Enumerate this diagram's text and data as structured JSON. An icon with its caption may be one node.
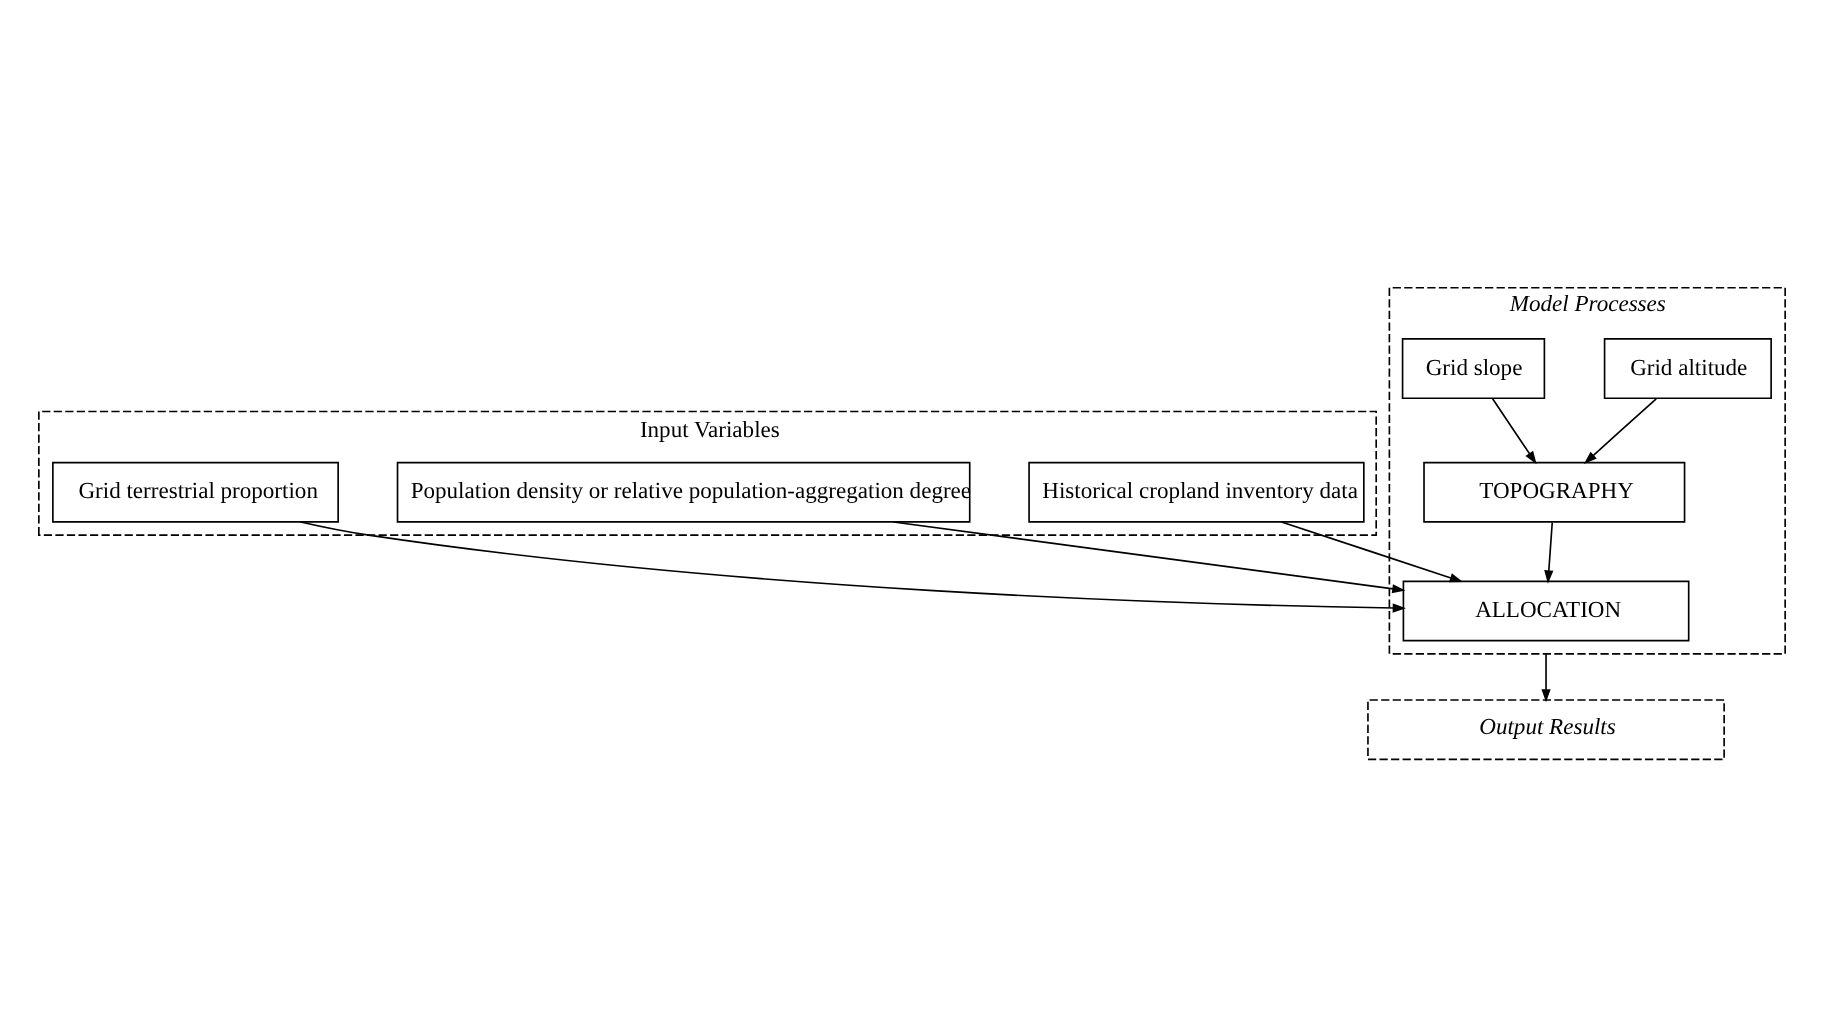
{
  "diagram": {
    "nodes": [
      {
        "text": [
          "Input Variables"
        ]
      },
      {
        "text": [
          "Historical cropland inventory data"
        ],
        "in": 0
      },
      {
        "text": [
          "Population density or relative population-aggregation degree"
        ],
        "in": 0
      },
      {
        "text": [
          "Grid terrestrial proportion"
        ],
        "in": 0
      },
      {
        "text": [
          "Model Processes"
        ]
      },
      {
        "text": [
          "Grid altitude"
        ],
        "in": 4
      },
      {
        "text": [
          "Grid slope"
        ],
        "in": 4
      },
      {
        "text": [
          "TOPOGRAPHY"
        ],
        "in": 4
      },
      {
        "text": [
          "ALLOCATION"
        ],
        "in": 4
      },
      {
        "text": [
          "Output Results"
        ]
      }
    ],
    "edges": [
      {
        "from": 5,
        "to": 7,
        "arrow": "to"
      },
      {
        "from": 6,
        "to": 7,
        "arrow": "to"
      },
      {
        "from": 7,
        "to": 8,
        "arrow": "to"
      },
      {
        "from": 2,
        "to": 8,
        "arrow": "to"
      },
      {
        "from": 3,
        "to": 8,
        "arrow": "to"
      },
      {
        "from": 1,
        "to": 8,
        "arrow": "to"
      },
      {
        "from": 4,
        "to": 9,
        "arrow": "to"
      }
    ]
  }
}
